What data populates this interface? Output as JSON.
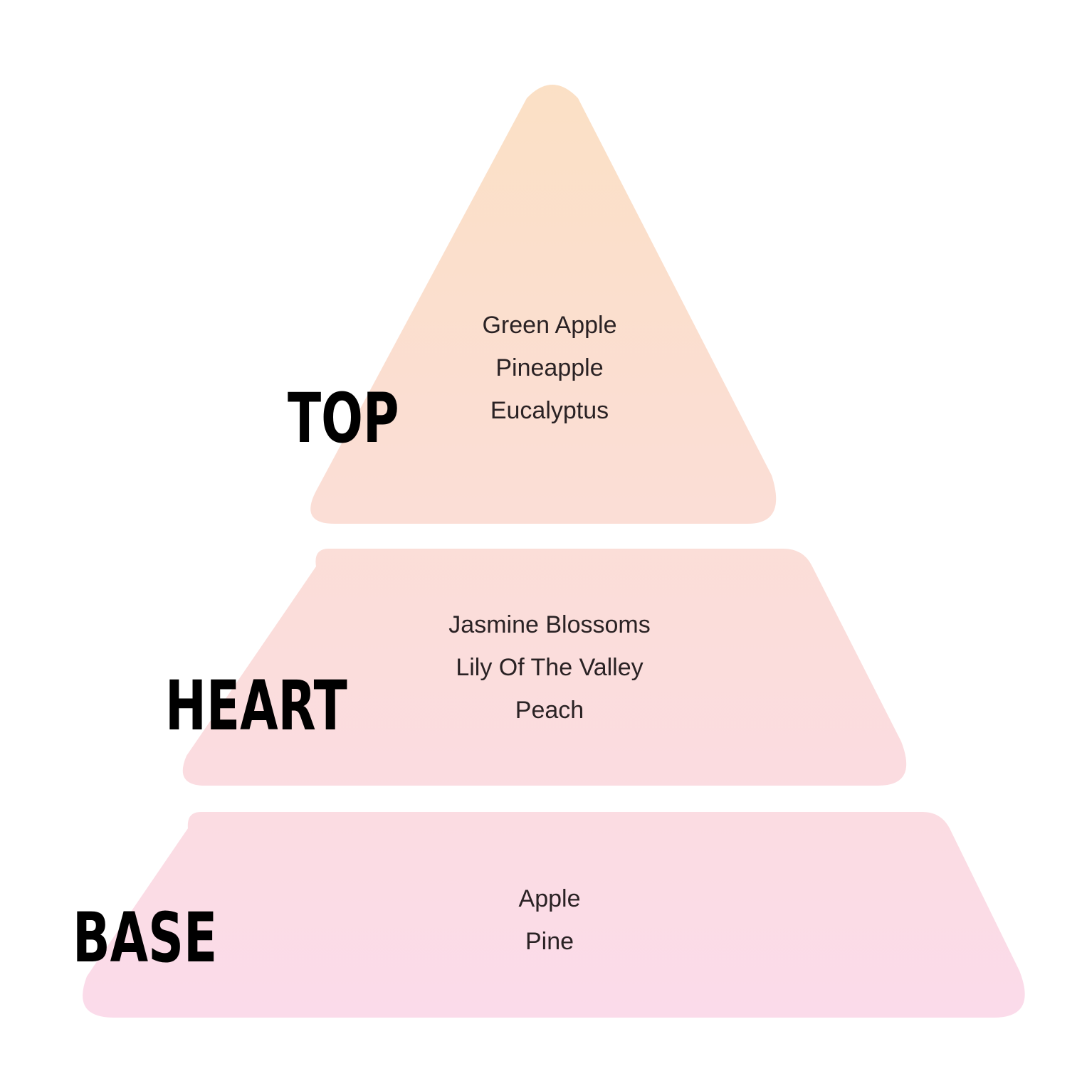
{
  "colors": {
    "gradient_top": "#fbe0c5",
    "gradient_bottom": "#fbdbea",
    "label_color": "#000000",
    "note_color": "#2a2224",
    "background": "#ffffff"
  },
  "tiers": [
    {
      "label": "TOP",
      "notes": [
        "Green Apple",
        "Pineapple",
        "Eucalyptus"
      ]
    },
    {
      "label": "HEART",
      "notes": [
        "Jasmine Blossoms",
        "Lily Of The Valley",
        "Peach"
      ]
    },
    {
      "label": "BASE",
      "notes": [
        "Apple",
        "Pine"
      ]
    }
  ]
}
